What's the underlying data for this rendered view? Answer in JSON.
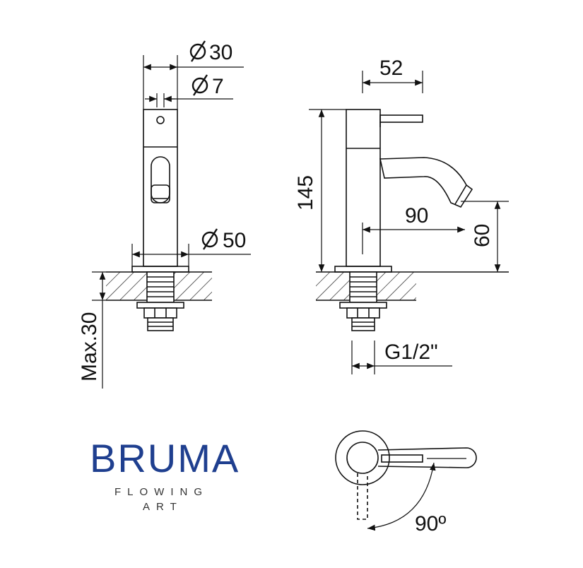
{
  "dimensions": {
    "diameter_body": "30",
    "diameter_hole": "7",
    "diameter_base": "50",
    "max_thickness": "Max.30",
    "depth": "52",
    "height": "145",
    "reach": "90",
    "spout_height": "60",
    "thread": "G1/2\"",
    "rotation": "90º"
  },
  "brand": {
    "name": "BRUMA",
    "tagline_1": "FLOWING",
    "tagline_2": "ART",
    "color": "#1f3f8f",
    "tagline_color": "#333333"
  },
  "colors": {
    "line": "#111111"
  },
  "icons": {
    "diameter_symbol": "diameter-icon"
  }
}
